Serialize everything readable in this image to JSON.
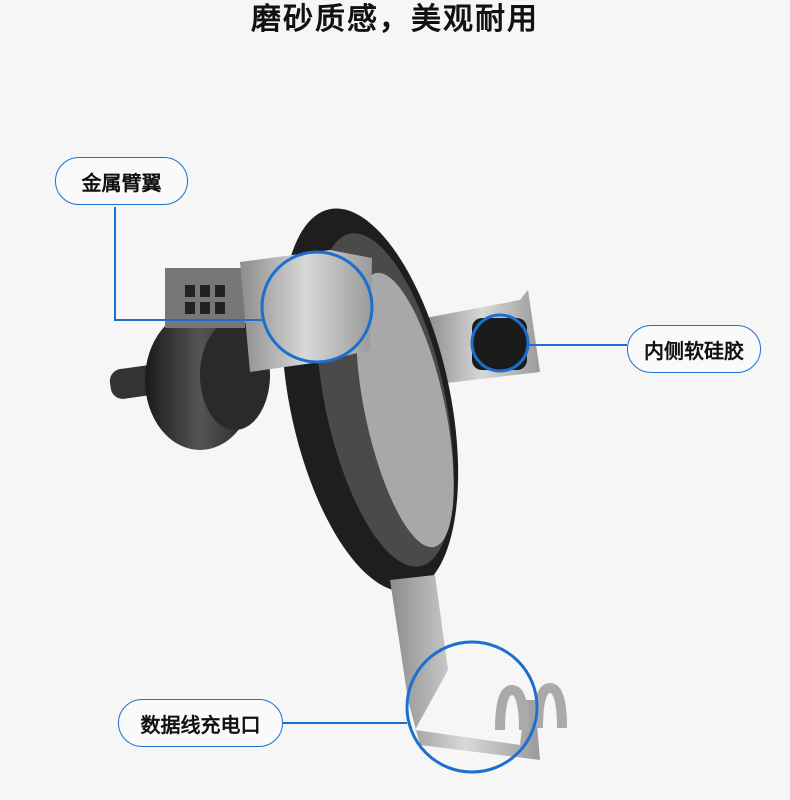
{
  "title": "磨砂质感，美观耐用",
  "callouts": [
    {
      "label": "金属臂翼"
    },
    {
      "label": "内侧软硅胶"
    },
    {
      "label": "数据线充电口"
    }
  ],
  "colors": {
    "accent": "#1d6fce",
    "background": "#f6f6f6"
  }
}
